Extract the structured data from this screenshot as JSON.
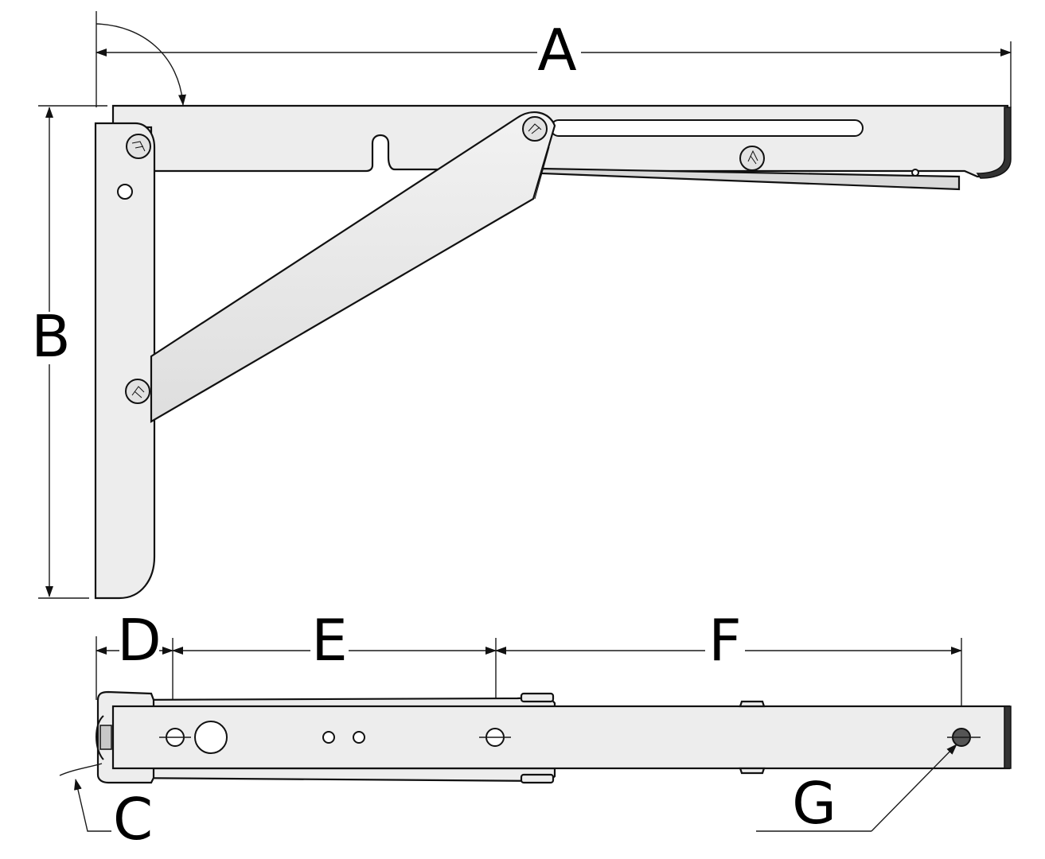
{
  "labels": {
    "A": "A",
    "B": "B",
    "C": "C",
    "D": "D",
    "E": "E",
    "F": "F",
    "G": "G"
  },
  "colors": {
    "metal": "#ededed",
    "outline": "#111111",
    "background": "#ffffff"
  },
  "icons": {
    "arrowhead": "arrowhead-icon",
    "screw": "screw-icon",
    "hole": "hole-icon"
  }
}
